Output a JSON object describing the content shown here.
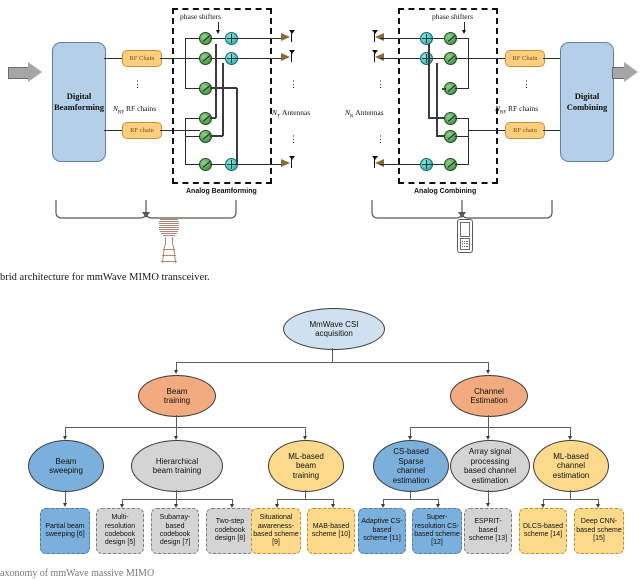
{
  "figure1": {
    "title_caption": "brid architecture for mmWave MIMO transceiver.",
    "transmitter": {
      "digital_block_line1": "Digital",
      "digital_block_line2": "Beamforming",
      "rf_chain_top": "RF Chain",
      "rf_chain_bottom": "RF chain",
      "rf_chains_label": "RF chains",
      "rf_chains_symbol": "N",
      "rf_chains_sub": "RF",
      "antennas_label": "Antennas",
      "antennas_symbol": "N",
      "antennas_sub": "T",
      "phase_shifters_label": "phase shifters",
      "analog_label": "Analog Beamforming",
      "device_icon": "cell-tower-icon"
    },
    "receiver": {
      "digital_block_line1": "Digital",
      "digital_block_line2": "Combining",
      "rf_chain_top": "RF Chain",
      "rf_chain_bottom": "RF chain",
      "rf_chains_label": "RF chains",
      "rf_chains_symbol": "N",
      "rf_chains_sub": "RF",
      "antennas_label": "Antennas",
      "antennas_symbol": "N",
      "antennas_sub": "R",
      "phase_shifters_label": "phase shifters",
      "analog_label": "Analog Combining",
      "device_icon": "mobile-phone-icon"
    }
  },
  "figure2": {
    "caption": "axonomy of mmWave massive MIMO",
    "root": {
      "line1": "MmWave CSI",
      "line2": "acquisition",
      "color": "#cfe0ef"
    },
    "branches": [
      {
        "label_line1": "Beam",
        "label_line2": "training",
        "color": "#f2ab7f",
        "children": [
          {
            "label": "Beam\nsweeping",
            "color": "#7bb0dc",
            "leaves": [
              {
                "label": "Partial beam sweeping [6]",
                "color": "#7bb0dc"
              }
            ]
          },
          {
            "label": "Hierarchical\nbeam training",
            "color": "#d4d4d4",
            "leaves": [
              {
                "label": "Multi-resolution codebook design [5]",
                "color": "#d4d4d4"
              },
              {
                "label": "Subarray-based codebook design [7]",
                "color": "#d4d4d4"
              },
              {
                "label": "Two-step codebook design [8]",
                "color": "#d4d4d4"
              }
            ]
          },
          {
            "label": "ML-based\nbeam\ntraining",
            "color": "#fcd98b",
            "leaves": [
              {
                "label": "Situational awareness-based scheme [9]",
                "color": "#fcd98b"
              },
              {
                "label": "MAB-based scheme [10]",
                "color": "#fcd98b"
              }
            ]
          }
        ]
      },
      {
        "label_line1": "Channel",
        "label_line2": "Estimation",
        "color": "#f2ab7f",
        "children": [
          {
            "label": "CS-based\nSparse\nchannel\nestimation",
            "color": "#7bb0dc",
            "leaves": [
              {
                "label": "Adaptive CS-based scheme [11]",
                "color": "#7bb0dc"
              },
              {
                "label": "Super-resolution CS-based scheme [12]",
                "color": "#7bb0dc"
              }
            ]
          },
          {
            "label": "Array signal\nprocessing\nbased channel\nestimation",
            "color": "#d4d4d4",
            "leaves": [
              {
                "label": "ESPRIT-based scheme [13]",
                "color": "#d4d4d4"
              }
            ]
          },
          {
            "label": "ML-based\nchannel\nestimation",
            "color": "#fcd98b",
            "leaves": [
              {
                "label": "DLCS-based scheme [14]",
                "color": "#fcd98b"
              },
              {
                "label": "Deep CNN-based scheme [15]",
                "color": "#fcd98b"
              }
            ]
          }
        ]
      }
    ]
  },
  "palette": {
    "blue": "#7bb0dc",
    "light_blue": "#cfe0ef",
    "orange": "#f2ab7f",
    "grey": "#d4d4d4",
    "yellow": "#fcd98b",
    "rf_chain_fill": "#fbcf7e",
    "digital_block_fill": "#b6cfe8",
    "phase_shifter_green": "#4f9b4a",
    "adder_teal": "#3fbdb6",
    "antenna_brown": "#8a6a33",
    "line": "#5e5e5e"
  }
}
